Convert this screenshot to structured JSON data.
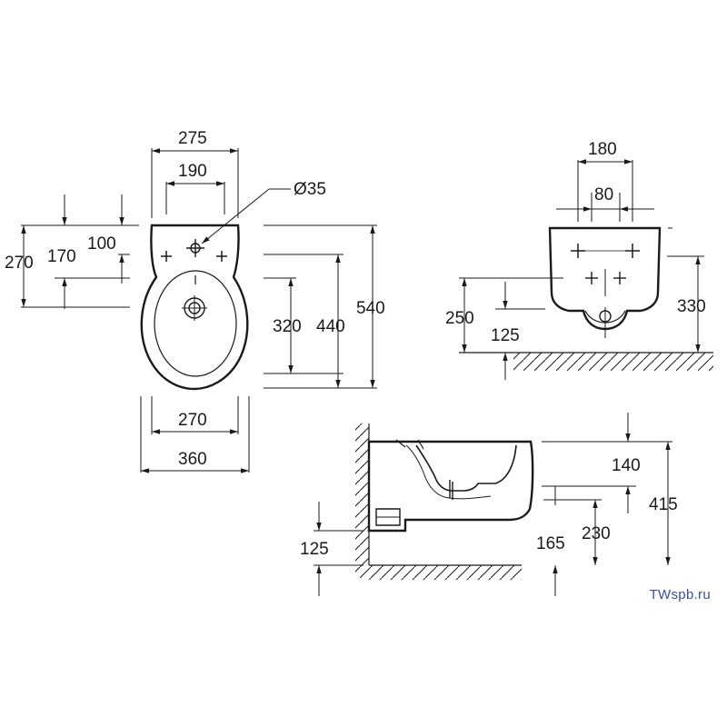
{
  "colors": {
    "line": "#1a1a1a",
    "watermark": "#3a4fa0"
  },
  "top_view": {
    "width_outer_top": "275",
    "width_inner_top": "190",
    "hole_diameter": "Ø35",
    "dim_270": "270",
    "dim_170": "170",
    "dim_100": "100",
    "dim_320": "320",
    "dim_440": "440",
    "dim_540": "540",
    "width_bottom_inner": "270",
    "width_bottom_outer": "360"
  },
  "front_view": {
    "dim_180": "180",
    "dim_80": "80",
    "dim_250": "250",
    "dim_125": "125",
    "dim_330": "330"
  },
  "side_view": {
    "dim_140": "140",
    "dim_415": "415",
    "dim_165": "165",
    "dim_230": "230",
    "dim_125": "125"
  },
  "watermark": "TWspb.ru"
}
